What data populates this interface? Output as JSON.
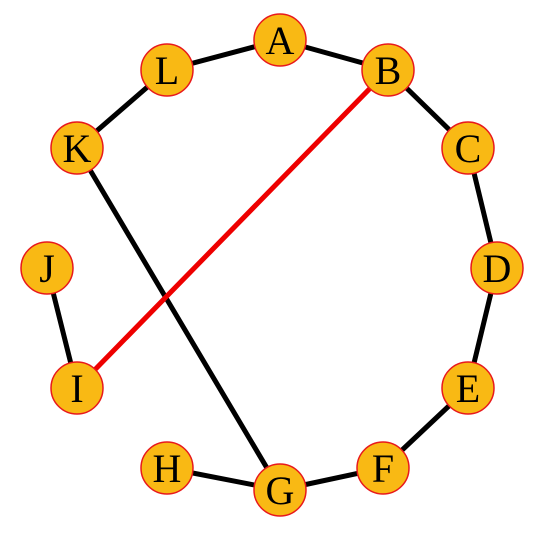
{
  "graph": {
    "nodes": [
      {
        "id": "A",
        "label": "A"
      },
      {
        "id": "B",
        "label": "B"
      },
      {
        "id": "C",
        "label": "C"
      },
      {
        "id": "D",
        "label": "D"
      },
      {
        "id": "E",
        "label": "E"
      },
      {
        "id": "F",
        "label": "F"
      },
      {
        "id": "G",
        "label": "G"
      },
      {
        "id": "H",
        "label": "H"
      },
      {
        "id": "I",
        "label": "I"
      },
      {
        "id": "J",
        "label": "J"
      },
      {
        "id": "K",
        "label": "K"
      },
      {
        "id": "L",
        "label": "L"
      }
    ],
    "edges": [
      {
        "from": "L",
        "to": "A",
        "color": "#000000"
      },
      {
        "from": "A",
        "to": "B",
        "color": "#000000"
      },
      {
        "from": "B",
        "to": "C",
        "color": "#000000"
      },
      {
        "from": "C",
        "to": "D",
        "color": "#000000"
      },
      {
        "from": "D",
        "to": "E",
        "color": "#000000"
      },
      {
        "from": "E",
        "to": "F",
        "color": "#000000"
      },
      {
        "from": "F",
        "to": "G",
        "color": "#000000"
      },
      {
        "from": "G",
        "to": "H",
        "color": "#000000"
      },
      {
        "from": "G",
        "to": "K",
        "color": "#000000"
      },
      {
        "from": "K",
        "to": "L",
        "color": "#000000"
      },
      {
        "from": "J",
        "to": "I",
        "color": "#000000"
      },
      {
        "from": "I",
        "to": "B",
        "color": "#ee0000"
      }
    ],
    "colors": {
      "node_fill": "#f9b914",
      "node_stroke": "#e8191c",
      "edge_default": "#000000",
      "edge_highlight": "#ee0000"
    }
  }
}
